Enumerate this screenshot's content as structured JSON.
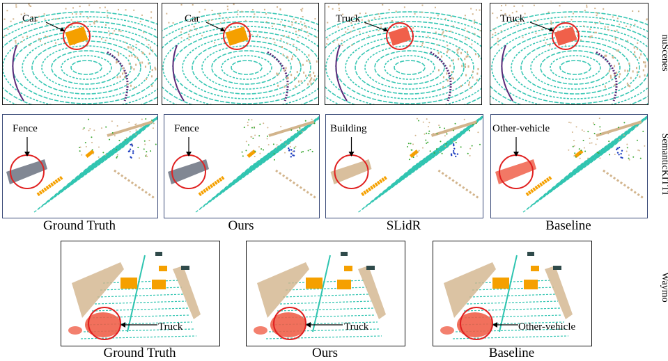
{
  "rows": {
    "nuscenes": "nuScenes",
    "semantickitti": "SemanticKITTI",
    "waymo": "Waymo"
  },
  "columns": {
    "ground_truth": "Ground Truth",
    "ours": "Ours",
    "slidr": "SLidR",
    "baseline": "Baseline"
  },
  "annotations": {
    "nuscenes": [
      "Car",
      "Car",
      "Truck",
      "Truck"
    ],
    "semantickitti": [
      "Fence",
      "Fence",
      "Building",
      "Other-vehicle"
    ],
    "waymo": [
      "Truck",
      "Truck",
      "Other-vehicle"
    ]
  },
  "colors": {
    "ground": "#2ec4b0",
    "building": "#d2b48c",
    "car": "#f5a000",
    "truck": "#f0604a",
    "fence": "#6b7280",
    "vegetation": "#3aa832",
    "pole": "#1f3fc0",
    "sidewalk": "#5a2a7a",
    "highlight_circle": "#e02020"
  }
}
